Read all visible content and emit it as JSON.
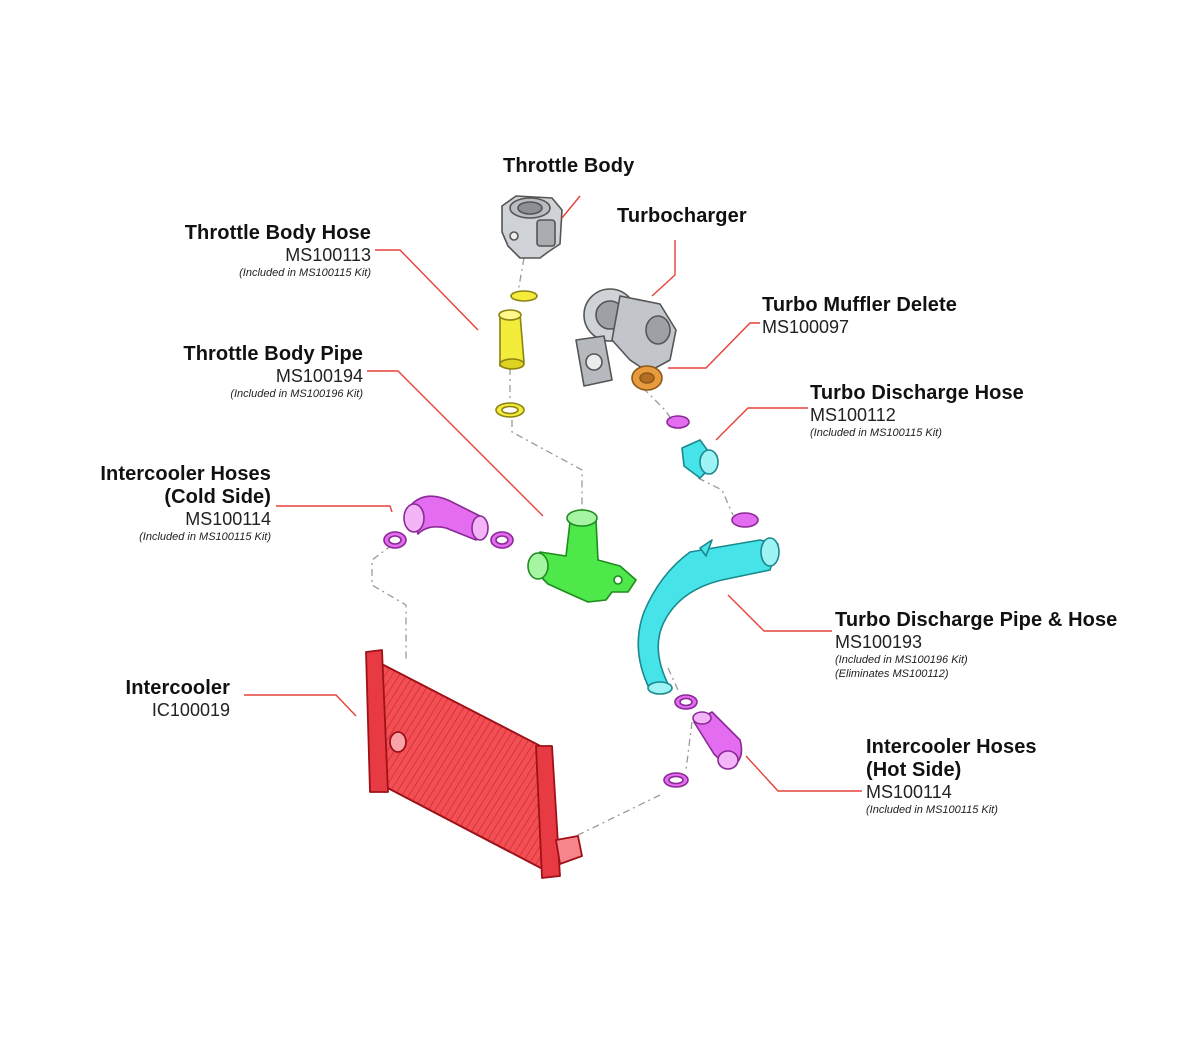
{
  "diagram": {
    "colors": {
      "leader": "#e8403a",
      "dash": "#9a9a9a",
      "yellow": "#f3ec3b",
      "magenta": "#e36cf0",
      "cyan": "#46e3e8",
      "green": "#4ee84a",
      "red": "#f24f55",
      "orange": "#e89a3c",
      "gray": "#c9ccd0"
    },
    "callouts": {
      "throttle_body": {
        "title": "Throttle Body"
      },
      "turbocharger": {
        "title": "Turbocharger"
      },
      "throttle_body_hose": {
        "title": "Throttle Body Hose",
        "part": "MS100113",
        "note": "(Included in MS100115 Kit)"
      },
      "turbo_muffler_delete": {
        "title": "Turbo Muffler Delete",
        "part": "MS100097"
      },
      "throttle_body_pipe": {
        "title": "Throttle Body Pipe",
        "part": "MS100194",
        "note": "(Included in MS100196 Kit)"
      },
      "turbo_discharge_hose": {
        "title": "Turbo Discharge Hose",
        "part": "MS100112",
        "note": "(Included in MS100115 Kit)"
      },
      "intercooler_hoses_cold": {
        "title1": "Intercooler Hoses",
        "title2": "(Cold Side)",
        "part": "MS100114",
        "note": "(Included in MS100115 Kit)"
      },
      "turbo_discharge_pipe": {
        "title": "Turbo Discharge Pipe & Hose",
        "part": "MS100193",
        "note1": "(Included in MS100196 Kit)",
        "note2": "(Eliminates MS100112)"
      },
      "intercooler": {
        "title": "Intercooler",
        "part": "IC100019"
      },
      "intercooler_hoses_hot": {
        "title1": "Intercooler Hoses",
        "title2": "(Hot Side)",
        "part": "MS100114",
        "note": "(Included in MS100115 Kit)"
      }
    }
  }
}
